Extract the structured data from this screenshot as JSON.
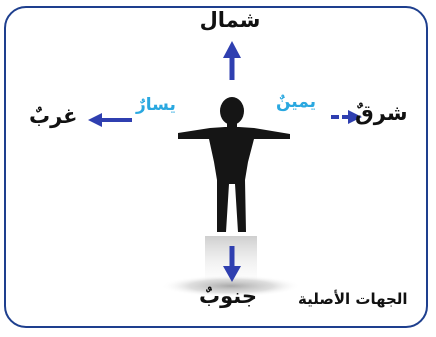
{
  "directions": {
    "north": "شمال",
    "south": "جنوبٌ",
    "east": "شرقٌ",
    "west": "غربٌ"
  },
  "sides": {
    "right": "يمينٌ",
    "left": "يسارٌ"
  },
  "caption": "الجهات الأصلية",
  "colors": {
    "frame": "#1e3f8e",
    "arrow": "#2f3fb0",
    "side_label": "#2aa8e0",
    "silhouette": "#151515"
  },
  "icons": {
    "figure": "person-silhouette-icon",
    "arrows": [
      "arrow-up-icon",
      "arrow-right-icon",
      "arrow-left-icon",
      "arrow-down-icon"
    ]
  }
}
